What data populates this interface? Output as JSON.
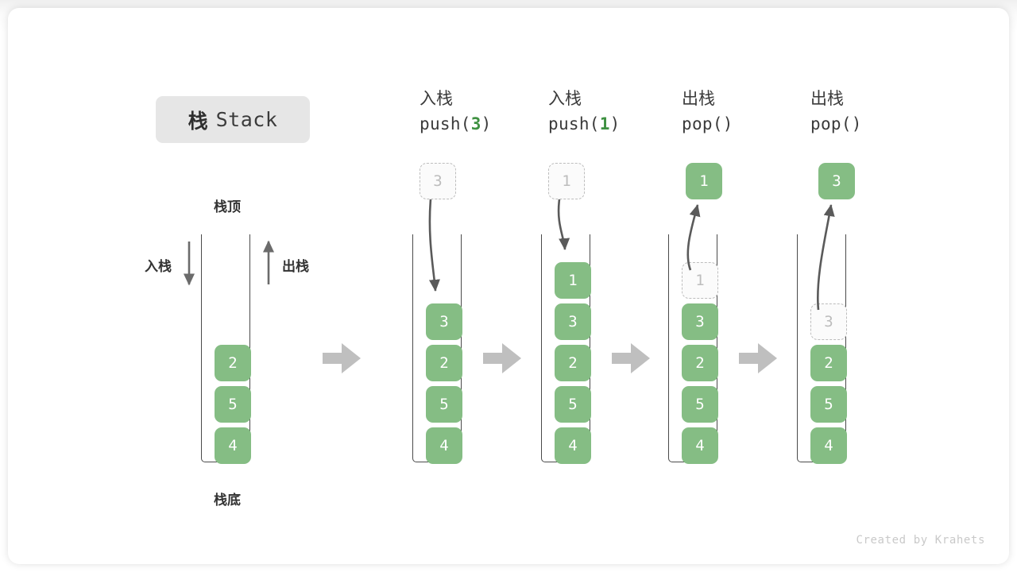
{
  "meta": {
    "title_cn": "栈",
    "title_en": "Stack",
    "credit": "Created by Krahets",
    "colors": {
      "cell_green": "#85bd84",
      "ghost_gray": "#bdbdbd",
      "arrow_gray": "#5a5a5a",
      "connector_gray": "#bfbfbf",
      "badge_gray": "#e6e6e6",
      "text_dark": "#333333",
      "code_green": "#3f9142"
    }
  },
  "legend": {
    "top_label": "栈顶",
    "bottom_label": "栈底",
    "push_label": "入栈",
    "pop_label": "出栈"
  },
  "panels": [
    {
      "id": "initial",
      "head_cn": "",
      "head_code_prefix": "",
      "head_code_arg": "",
      "head_code_suffix": "",
      "incoming": null,
      "outgoing": null,
      "cells": [
        {
          "value": "2",
          "state": "solid"
        },
        {
          "value": "5",
          "state": "solid"
        },
        {
          "value": "4",
          "state": "solid"
        }
      ]
    },
    {
      "id": "push-3",
      "head_cn": "入栈",
      "head_code_prefix": "push(",
      "head_code_arg": "3",
      "head_code_suffix": ")",
      "incoming": {
        "value": "3",
        "state": "ghost"
      },
      "outgoing": null,
      "cells": [
        {
          "value": "3",
          "state": "solid"
        },
        {
          "value": "2",
          "state": "solid"
        },
        {
          "value": "5",
          "state": "solid"
        },
        {
          "value": "4",
          "state": "solid"
        }
      ]
    },
    {
      "id": "push-1",
      "head_cn": "入栈",
      "head_code_prefix": "push(",
      "head_code_arg": "1",
      "head_code_suffix": ")",
      "incoming": {
        "value": "1",
        "state": "ghost"
      },
      "outgoing": null,
      "cells": [
        {
          "value": "1",
          "state": "solid"
        },
        {
          "value": "3",
          "state": "solid"
        },
        {
          "value": "2",
          "state": "solid"
        },
        {
          "value": "5",
          "state": "solid"
        },
        {
          "value": "4",
          "state": "solid"
        }
      ]
    },
    {
      "id": "pop-1",
      "head_cn": "出栈",
      "head_code_prefix": "pop(",
      "head_code_arg": "",
      "head_code_suffix": ")",
      "incoming": null,
      "outgoing": {
        "value": "1",
        "state": "solid"
      },
      "cells": [
        {
          "value": "1",
          "state": "ghost"
        },
        {
          "value": "3",
          "state": "solid"
        },
        {
          "value": "2",
          "state": "solid"
        },
        {
          "value": "5",
          "state": "solid"
        },
        {
          "value": "4",
          "state": "solid"
        }
      ]
    },
    {
      "id": "pop-3",
      "head_cn": "出栈",
      "head_code_prefix": "pop(",
      "head_code_arg": "",
      "head_code_suffix": ")",
      "incoming": null,
      "outgoing": {
        "value": "3",
        "state": "solid"
      },
      "cells": [
        {
          "value": "3",
          "state": "ghost"
        },
        {
          "value": "2",
          "state": "solid"
        },
        {
          "value": "5",
          "state": "solid"
        },
        {
          "value": "4",
          "state": "solid"
        }
      ]
    }
  ],
  "connectors": [
    {
      "from": "initial",
      "to": "push-3"
    },
    {
      "from": "push-3",
      "to": "push-1"
    },
    {
      "from": "push-1",
      "to": "pop-1"
    },
    {
      "from": "pop-1",
      "to": "pop-3"
    }
  ]
}
